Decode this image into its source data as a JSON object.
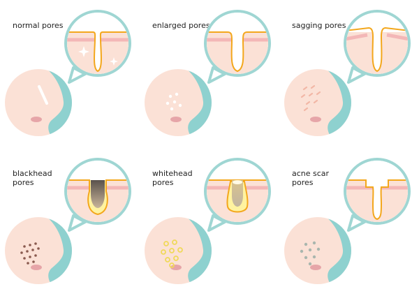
{
  "panels": [
    {
      "label": "normal pores",
      "pore": "normal",
      "marks": "sparkle"
    },
    {
      "label": "enlarged pores",
      "pore": "enlarged",
      "marks": "white-dots"
    },
    {
      "label": "sagging pores",
      "pore": "sagging",
      "marks": "dashes"
    },
    {
      "label": "blackhead\npores",
      "pore": "blackhead",
      "marks": "brown-dots"
    },
    {
      "label": "whitehead\npores",
      "pore": "whitehead",
      "marks": "yellow-rings"
    },
    {
      "label": "acne scar\npores",
      "pore": "acne-scar",
      "marks": "gray-dots"
    }
  ],
  "colors": {
    "teal": "#8ed1cf",
    "ring": "#9fd6d3",
    "skin": "#fbe1d6",
    "skinLine": "#f3b7b7",
    "pore": "#f3a71c",
    "nostril": "#e6a5a8",
    "yellow": "#fff3a0",
    "dark": "#5a524c"
  }
}
